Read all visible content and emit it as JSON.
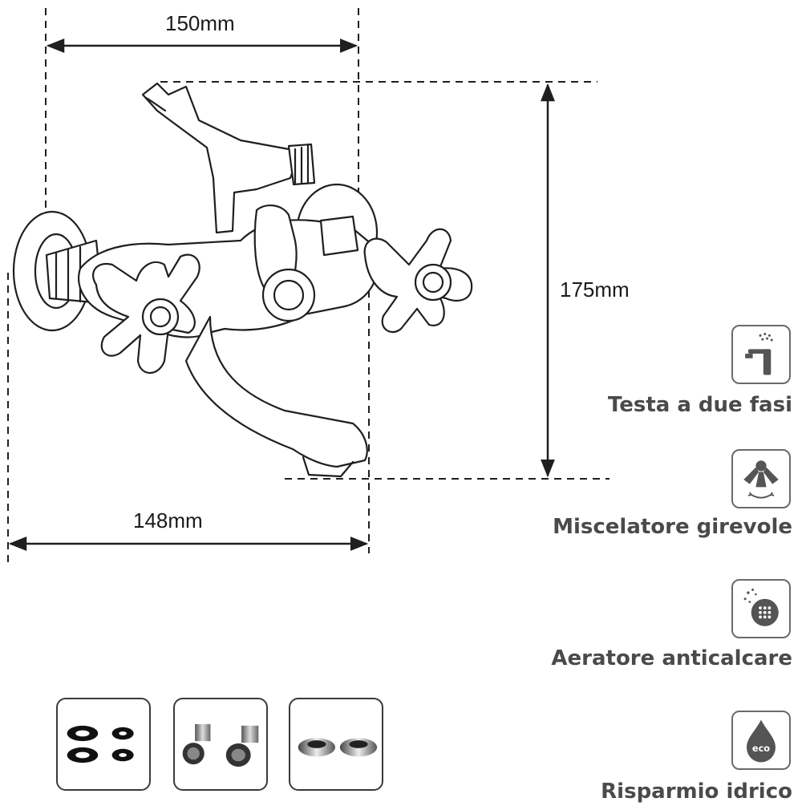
{
  "dimensions": {
    "top_width": "150mm",
    "height": "175mm",
    "bottom_width": "148mm"
  },
  "features": [
    {
      "label": "Testa a due fasi",
      "icon": "faucet-spray-icon"
    },
    {
      "label": "Miscelatore girevole",
      "icon": "swivel-shower-icon"
    },
    {
      "label": "Aeratore anticalcare",
      "icon": "aerator-icon"
    },
    {
      "label": "Risparmio idrico",
      "icon": "eco-drop-icon"
    }
  ],
  "accessories": [
    {
      "icon": "washers-icon"
    },
    {
      "icon": "eccentric-connectors-icon"
    },
    {
      "icon": "cover-flanges-icon"
    }
  ],
  "colors": {
    "line": "#1f1f1f",
    "label": "#4a4a4a",
    "icon_border": "#6a6a6a"
  }
}
